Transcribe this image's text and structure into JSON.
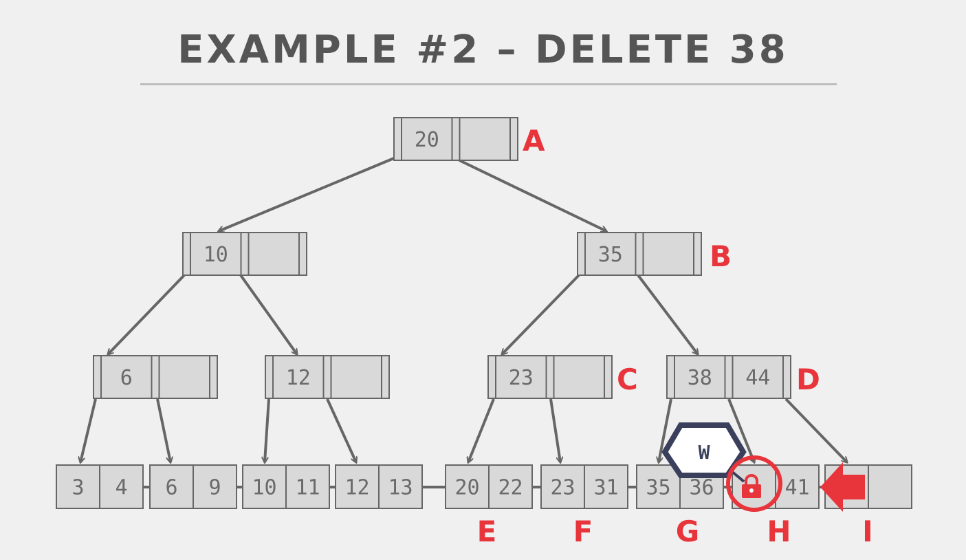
{
  "title": "EXAMPLE #2 – DELETE 38",
  "colors": {
    "background": "#f0f0f0",
    "cell_fill": "#d9d9d9",
    "stroke": "#666666",
    "label": "#e8343b",
    "latch_border": "#3a3f5c",
    "title": "#555555"
  },
  "inner_nodes": {
    "A": {
      "keys": [
        "20",
        ""
      ]
    },
    "B": {
      "keys": [
        "35",
        ""
      ]
    },
    "L2a": {
      "keys": [
        "10",
        ""
      ]
    },
    "L3a": {
      "keys": [
        "6",
        ""
      ]
    },
    "L3b": {
      "keys": [
        "12",
        ""
      ]
    },
    "C": {
      "keys": [
        "23",
        ""
      ]
    },
    "D": {
      "keys": [
        "38",
        "44"
      ]
    }
  },
  "leaves": [
    {
      "keys": [
        "3",
        "4"
      ]
    },
    {
      "keys": [
        "6",
        "9"
      ]
    },
    {
      "keys": [
        "10",
        "11"
      ]
    },
    {
      "keys": [
        "12",
        "13"
      ]
    },
    {
      "keys": [
        "20",
        "22"
      ]
    },
    {
      "keys": [
        "23",
        "31"
      ]
    },
    {
      "keys": [
        "35",
        "36"
      ]
    },
    {
      "keys": [
        "",
        "41"
      ]
    },
    {
      "keys": [
        "",
        ""
      ]
    }
  ],
  "node_labels": {
    "A": "A",
    "B": "B",
    "C": "C",
    "D": "D",
    "E": "E",
    "F": "F",
    "G": "G",
    "H": "H",
    "I": "I"
  },
  "latch": {
    "mode": "W"
  },
  "icons": {
    "lock": "lock-icon",
    "arrow": "arrow-left-icon",
    "highlight": "circle-highlight"
  }
}
